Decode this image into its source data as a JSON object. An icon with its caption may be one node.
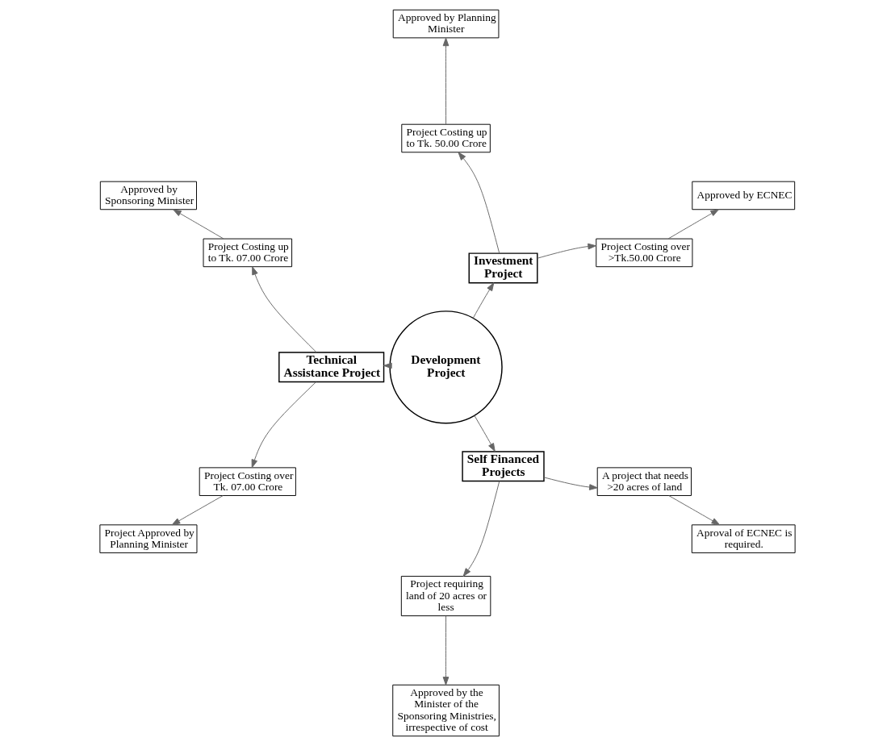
{
  "diagram": {
    "nodes": [
      {
        "text": [
          "Development Project"
        ]
      },
      {
        "text": [
          "Investment Project"
        ]
      },
      {
        "text": [
          "Project Costing over >Tk.50.00 Crore"
        ]
      },
      {
        "text": [
          "Approved by ECNEC"
        ]
      },
      {
        "text": [
          "Project Costing up to Tk. 50.00 Crore"
        ]
      },
      {
        "text": [
          "Approved by Planning Minister"
        ]
      },
      {
        "text": [
          "Technical Assistance Project"
        ]
      },
      {
        "text": [
          "Project Costing up to Tk. 07.00 Crore"
        ]
      },
      {
        "text": [
          "Approved by Sponsoring Minister"
        ]
      },
      {
        "text": [
          "Project Costing over Tk. 07.00 Crore"
        ]
      },
      {
        "text": [
          "Project Approved by Planning Minister"
        ]
      },
      {
        "text": [
          "Self Financed Projects"
        ]
      },
      {
        "text": [
          "Project requiring land of 20 acres or less"
        ]
      },
      {
        "text": [
          "Approved by the Minister of the Sponsoring Ministries, irrespective of cost"
        ]
      },
      {
        "text": [
          "A project that needs >20 acres of land"
        ]
      },
      {
        "text": [
          "Aproval of ECNEC is required."
        ]
      }
    ],
    "edges": [
      {
        "from": 0,
        "to": 1,
        "arrow": "to"
      },
      {
        "from": 1,
        "to": 2,
        "arrow": "to"
      },
      {
        "from": 2,
        "to": 3,
        "arrow": "to"
      },
      {
        "from": 1,
        "to": 4,
        "arrow": "to"
      },
      {
        "from": 4,
        "to": 5,
        "arrow": "to"
      },
      {
        "from": 0,
        "to": 6,
        "arrow": "to"
      },
      {
        "from": 6,
        "to": 7,
        "arrow": "to"
      },
      {
        "from": 7,
        "to": 8,
        "arrow": "to"
      },
      {
        "from": 6,
        "to": 9,
        "arrow": "to"
      },
      {
        "from": 9,
        "to": 10,
        "arrow": "to"
      },
      {
        "from": 0,
        "to": 11,
        "arrow": "to"
      },
      {
        "from": 11,
        "to": 12,
        "arrow": "to"
      },
      {
        "from": 12,
        "to": 13,
        "arrow": "to"
      },
      {
        "from": 11,
        "to": 14,
        "arrow": "to"
      },
      {
        "from": 14,
        "to": 15,
        "arrow": "to"
      }
    ]
  }
}
